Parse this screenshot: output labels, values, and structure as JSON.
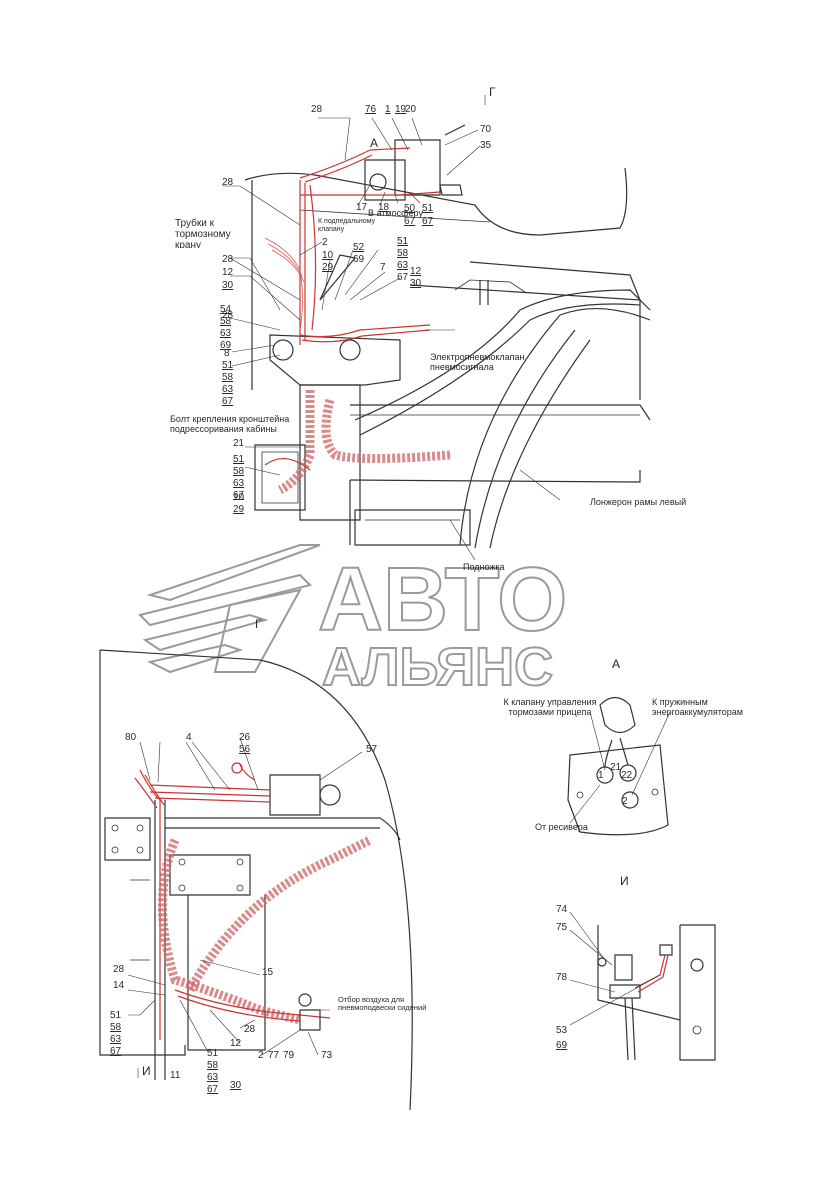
{
  "watermark": {
    "line1": "АВТО",
    "line2": "АЛЬЯНС"
  },
  "colors": {
    "line": "#333333",
    "piping": "#cc3333",
    "watermark": "#9a9a9a"
  },
  "views": {
    "g_marker": "Г",
    "g_title": "Г",
    "a_marker": "А",
    "a_title": "А",
    "i_marker": "И",
    "i_title": "И"
  },
  "callouts": {
    "to_brake_valve": "Трубки к тормозному крану",
    "to_pedal_valve": "К подпедальному клапану",
    "to_atmosphere": "В атмосферу",
    "electro_valve": "Электропневмоклапан пневмосигнала",
    "bracket_bolt": "Болт крепления кронштейна подрессоривания кабины",
    "frame_spar": "Лонжерон рамы левый",
    "footstep": "Подножка",
    "trailer_valve": "К клапану управления тормозами прицепа",
    "spring_accum": "К пружинным энергоаккумуляторам",
    "from_receiver": "От ресивера",
    "air_takeoff": "Отбор воздуха для пневмоподвески сидений"
  },
  "labels_top": [
    "28",
    "76",
    "1",
    "19",
    "20",
    "70",
    "35",
    "28",
    "17",
    "18",
    "50",
    "67",
    "51",
    "67",
    "2",
    "28",
    "12",
    "30",
    "10",
    "29",
    "52",
    "69",
    "51",
    "58",
    "63",
    "67",
    "7",
    "12",
    "30",
    "28",
    "54",
    "58",
    "63",
    "69",
    "8",
    "51",
    "58",
    "63",
    "67",
    "21",
    "51",
    "58",
    "63",
    "67",
    "10",
    "29"
  ],
  "labels_g": [
    "80",
    "4",
    "26",
    "56",
    "57",
    "28",
    "14",
    "15",
    "51",
    "58",
    "63",
    "67",
    "11",
    "51",
    "58",
    "63",
    "67",
    "12",
    "30",
    "28",
    "2",
    "77",
    "79",
    "73"
  ],
  "labels_a": [
    "1",
    "22",
    "21",
    "2"
  ],
  "labels_i": [
    "74",
    "75",
    "78",
    "53",
    "69"
  ]
}
